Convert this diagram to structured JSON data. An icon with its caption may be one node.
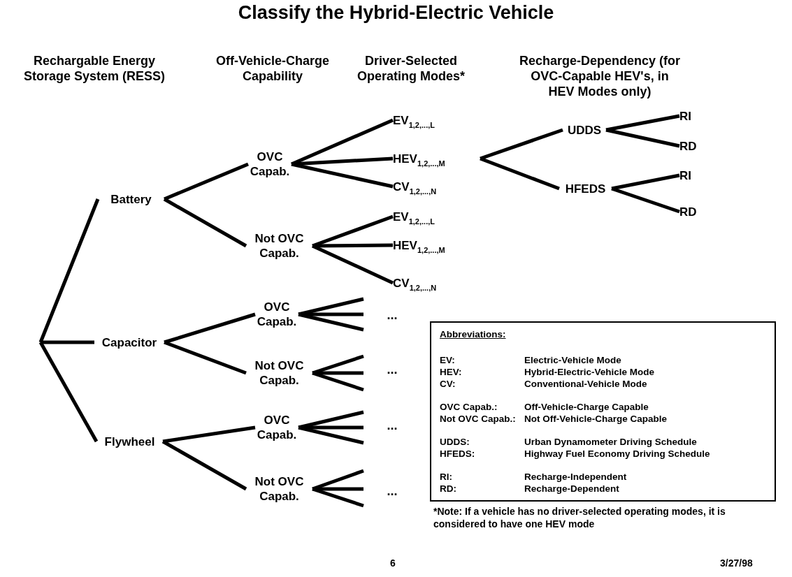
{
  "diagram": {
    "title": "Classify the Hybrid-Electric Vehicle",
    "nodes": [
      {
        "text": [
          "Battery"
        ]
      },
      {
        "text": [
          "OVC Capab."
        ]
      },
      {
        "text": [
          "EV$_{1,2,...,L}$"
        ]
      },
      {
        "text": [
          "HEV$_{1,2,...,M}$"
        ]
      },
      {
        "text": [
          "CV$_{1,2,...,N}$"
        ]
      },
      {
        "text": [
          "UDDS"
        ]
      },
      {
        "text": [
          "RI"
        ]
      },
      {
        "text": [
          "RD"
        ]
      },
      {
        "text": [
          "HFEDS"
        ]
      },
      {
        "text": [
          "RI"
        ]
      },
      {
        "text": [
          "RD"
        ]
      },
      {
        "text": [
          "Not OVC Capab."
        ]
      },
      {
        "text": [
          "EV$_{1,2,...,L}$"
        ]
      },
      {
        "text": [
          "HEV$_{1,2,...,M}$"
        ]
      },
      {
        "text": [
          "CV$_{1,2,...,N}$"
        ]
      },
      {
        "text": [
          "Capacitor"
        ]
      },
      {
        "text": [
          "OVC Capab."
        ]
      },
      {
        "text": [
          "Not OVC Capab."
        ]
      },
      {
        "text": [
          "Flywheel"
        ]
      },
      {
        "text": [
          "OVC Capab."
        ]
      },
      {
        "text": [
          "Not OVC Capab."
        ]
      },
      {
        "text": [
          "Abbreviations:",
          "EV:",
          "Electric-Vehicle Mode",
          "HEV:",
          "Hybrid-Electric-Vehicle Mode",
          "CV:",
          "Conventional-Vehicle Mode",
          "OVC Capab.:",
          "Off-Vehicle-Charge Capable",
          "Not OVC Capab.:",
          "Not Off-Vehicle-Charge Capable",
          "UDDS:",
          "Urban Dynamometer Driving Schedule",
          "HFEDS:",
          "Highway Fuel Economy Driving Schedule",
          "RI:",
          "Recharge-Independent",
          "RD:",
          "Recharge-Dependent"
        ]
      }
    ],
    "edges": [
      {
        "from": null,
        "to": 0,
        "arrow": "none"
      },
      {
        "from": null,
        "to": 15,
        "arrow": "none"
      },
      {
        "from": null,
        "to": 18,
        "arrow": "none"
      },
      {
        "from": 0,
        "to": 1,
        "arrow": "none"
      },
      {
        "from": 0,
        "to": 11,
        "arrow": "none"
      },
      {
        "from": 1,
        "to": 2,
        "arrow": "none"
      },
      {
        "from": 1,
        "to": 3,
        "arrow": "none"
      },
      {
        "from": 1,
        "to": 4,
        "arrow": "none"
      },
      {
        "from": 3,
        "to": 5,
        "arrow": "none"
      },
      {
        "from": 3,
        "to": 8,
        "arrow": "none"
      },
      {
        "from": 5,
        "to": 6,
        "arrow": "none"
      },
      {
        "from": 5,
        "to": 7,
        "arrow": "none"
      },
      {
        "from": 8,
        "to": 9,
        "arrow": "none"
      },
      {
        "from": 8,
        "to": 10,
        "arrow": "none"
      },
      {
        "from": 11,
        "to": 12,
        "arrow": "none"
      },
      {
        "from": 11,
        "to": 13,
        "arrow": "none"
      },
      {
        "from": 11,
        "to": 14,
        "arrow": "none"
      },
      {
        "from": 15,
        "to": 16,
        "arrow": "none"
      },
      {
        "from": 15,
        "to": 17,
        "arrow": "none"
      },
      {
        "from": 16,
        "to": null,
        "arrow": "none"
      },
      {
        "from": 16,
        "to": null,
        "arrow": "none"
      },
      {
        "from": 16,
        "to": null,
        "arrow": "none"
      },
      {
        "from": 17,
        "to": null,
        "arrow": "none"
      },
      {
        "from": 17,
        "to": null,
        "arrow": "none"
      },
      {
        "from": 17,
        "to": null,
        "arrow": "none"
      },
      {
        "from": 18,
        "to": 19,
        "arrow": "none"
      },
      {
        "from": 18,
        "to": 20,
        "arrow": "none"
      },
      {
        "from": 19,
        "to": null,
        "arrow": "none"
      },
      {
        "from": 19,
        "to": null,
        "arrow": "none"
      },
      {
        "from": 19,
        "to": null,
        "arrow": "none"
      },
      {
        "from": 20,
        "to": null,
        "arrow": "none"
      },
      {
        "from": 20,
        "to": null,
        "arrow": "none"
      },
      {
        "from": 20,
        "to": null,
        "arrow": "none"
      }
    ],
    "labels": [
      "Rechargable Energy Storage System (RESS)",
      "Off-Vehicle-Charge Capability",
      "Driver-Selected Operating Modes*",
      "Recharge-Dependency (for OVC-Capable HEV's, in HEV Modes only)",
      "...",
      "...",
      "...",
      "...",
      "*Note:  If a vehicle has no driver-selected operating modes, it is considered to have one HEV mode",
      "6",
      "3/27/98"
    ]
  }
}
